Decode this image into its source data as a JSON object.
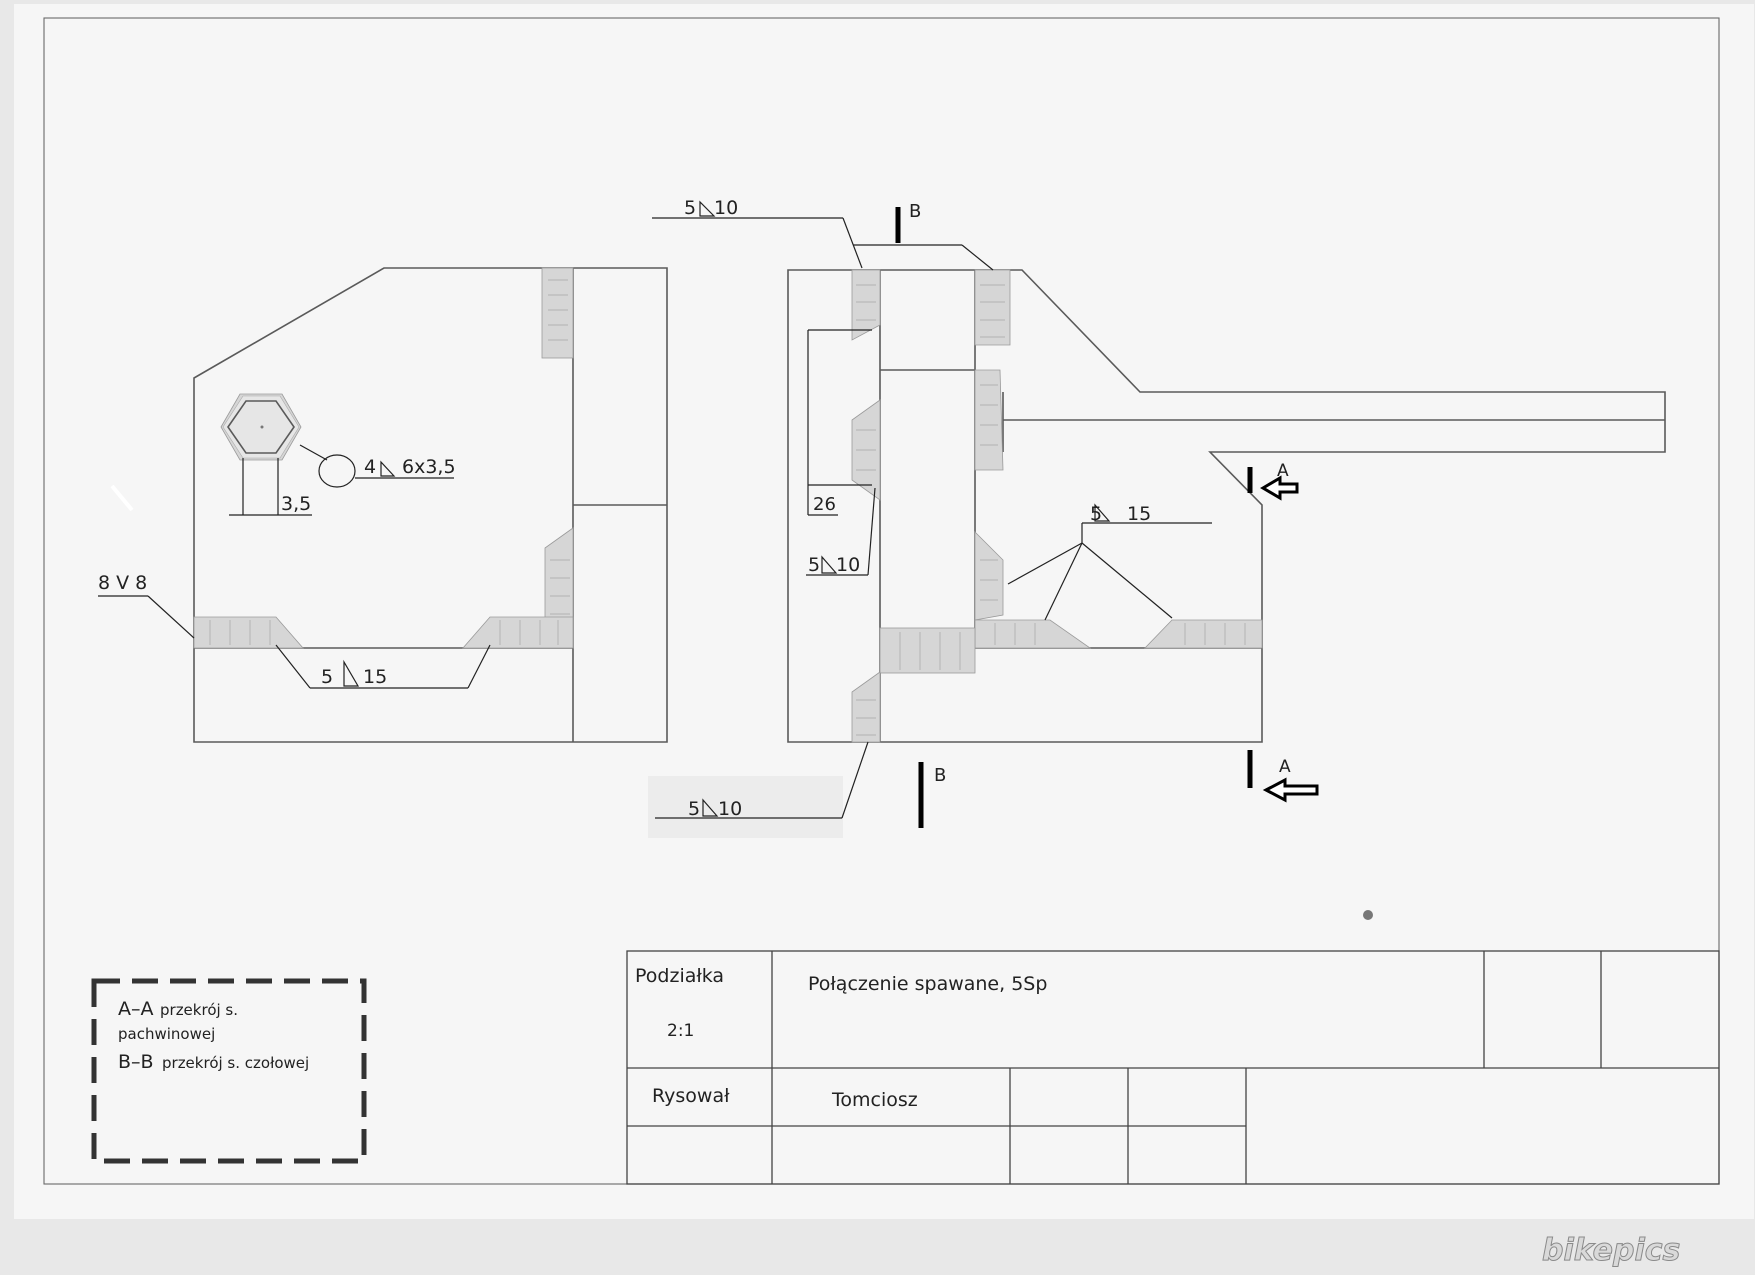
{
  "drawing": {
    "view1_annotations": {
      "bolt_weld": "4",
      "bolt_weld_size": "6x3,5",
      "hex_width": "3,5",
      "groove": "8 V 8",
      "bottom_fillet_a": "5",
      "bottom_fillet_l": "15"
    },
    "view2_annotations": {
      "top_weld_a": "5",
      "top_weld_l": "10",
      "side_weld_a": "5",
      "side_weld_l": "10",
      "bottom_weld_a": "5",
      "bottom_weld_l": "10",
      "spacing": "26",
      "inner_weld_a": "5",
      "inner_weld_l": "15",
      "section_b_top": "B",
      "section_b_bottom": "B",
      "section_a_top": "A",
      "section_a_bottom": "A"
    }
  },
  "legend": {
    "line1_code": "A–A",
    "line1_text": "przekrój s.",
    "line1_cont": "pachwinowej",
    "line2_code": "B–B",
    "line2_text": "przekrój s. czołowej"
  },
  "title_block": {
    "scale_label": "Podziałka",
    "scale_value": "2:1",
    "title": "Połączenie spawane, 5Sp",
    "drawn_label": "Rysował",
    "drawn_value": "Tomciosz"
  },
  "watermark": "bikepics"
}
